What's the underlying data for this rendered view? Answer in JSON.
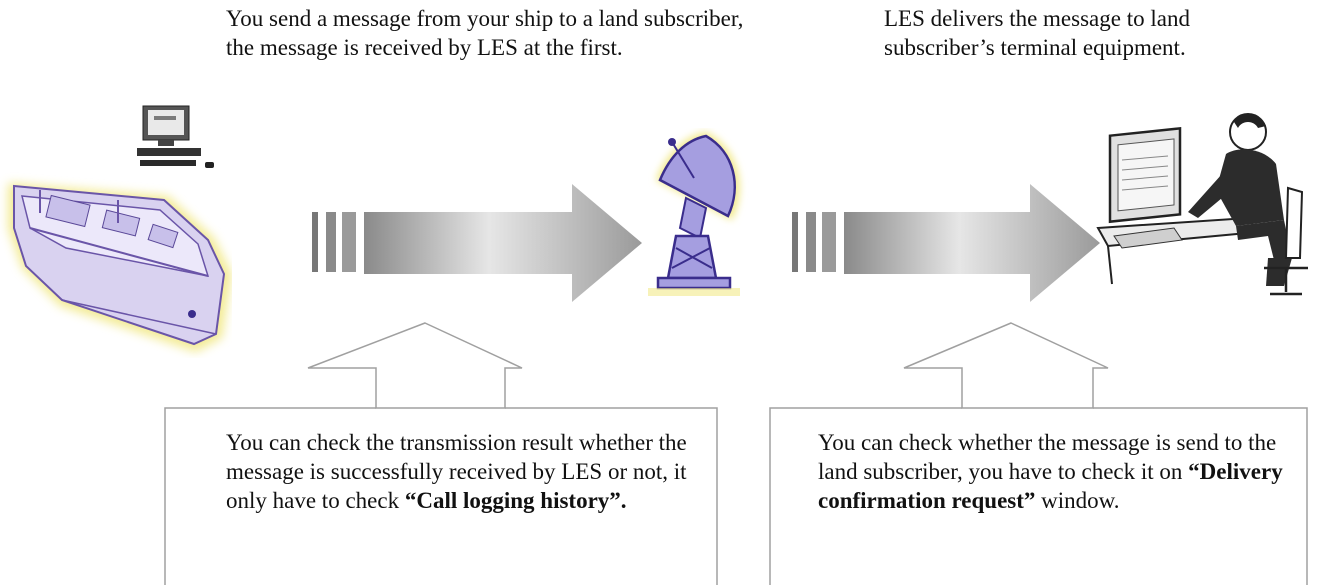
{
  "captions": {
    "send": "You send a message from your ship to a land subscriber, the message is received by LES at the first.",
    "deliver": "LES delivers the message to land subscriber’s terminal equipment."
  },
  "notes": {
    "left": {
      "before": "You can check the transmission result whether the message is successfully received by LES or not, it only have to check ",
      "bold": "“Call logging history”.",
      "after": ""
    },
    "right": {
      "before": "You can check whether the message is send to the land subscriber, you have to check it on ",
      "bold": "“Delivery confirmation request”",
      "after": " window."
    }
  },
  "colors": {
    "ship_hull": "#d9d2f0",
    "ship_outline": "#6a55a8",
    "ship_glow": "#f2e98a",
    "dish": "#a59ee0",
    "dish_outline": "#3a2d8c",
    "arrow_dark": "#8a8a8a",
    "arrow_light": "#ffffff",
    "outline": "#a0a0a0"
  },
  "icons": [
    "ship-icon",
    "computer-icon",
    "satellite-dish-icon",
    "operator-at-terminal-icon"
  ]
}
